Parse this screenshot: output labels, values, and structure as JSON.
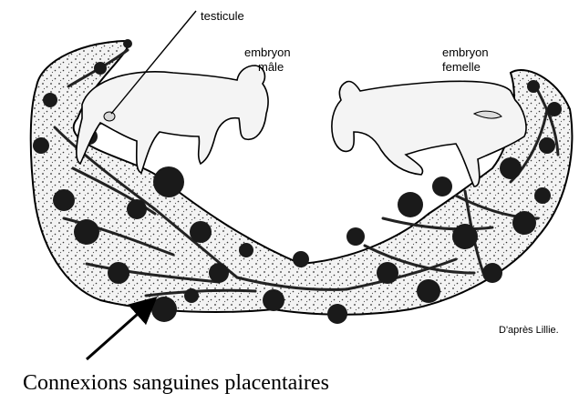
{
  "labels": {
    "testicule": "testicule",
    "male_line1": "embryon",
    "male_line2": "mâle",
    "female_line1": "embryon",
    "female_line2": "femelle",
    "credit": "D'après Lillie.",
    "caption": "Connexions sanguines placentaires"
  }
}
